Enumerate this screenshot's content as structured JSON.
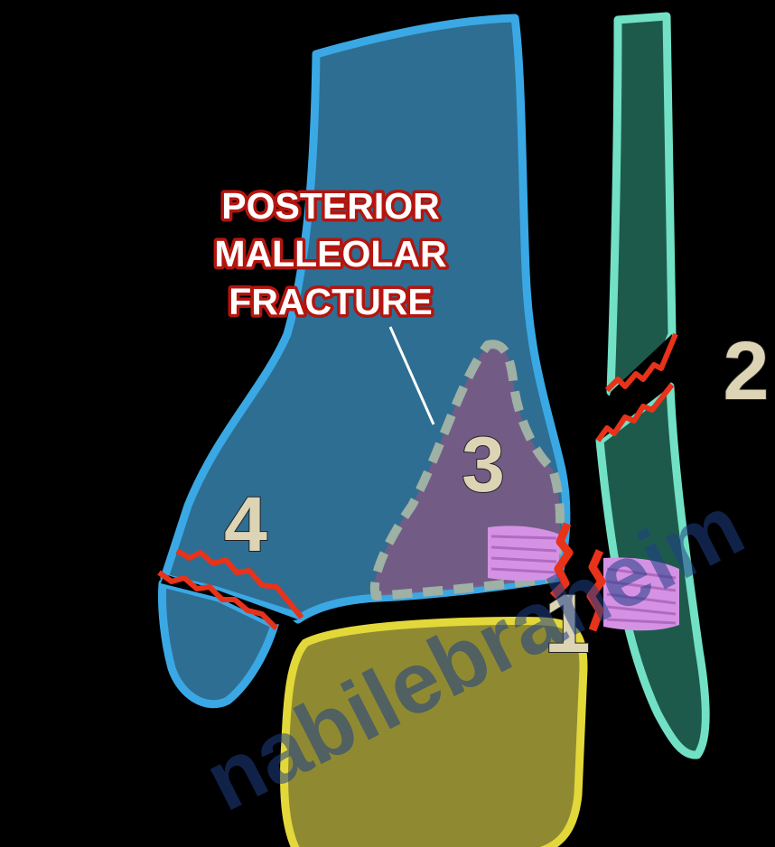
{
  "callout": {
    "line1": "POSTERIOR",
    "line2": "MALLEOLAR",
    "line3": "FRACTURE"
  },
  "labels": {
    "one": "1",
    "two": "2",
    "three": "3",
    "four": "4"
  },
  "watermark": "nabilebraheim",
  "colors": {
    "background": "#000000",
    "tibia_fill": "#2e6e92",
    "tibia_outline": "#3aa8e4",
    "fibula_fill": "#1e5a4c",
    "fibula_outline": "#72e0c4",
    "talus_fill": "#8f8a32",
    "talus_outline": "#e3d83a",
    "posterior_fragment_fill": "#7a5a84",
    "posterior_fragment_outline": "#9fb0a4",
    "fracture_line": "#e8321a",
    "ligament": "#d592e4",
    "number_label": "#dcd4b4"
  }
}
